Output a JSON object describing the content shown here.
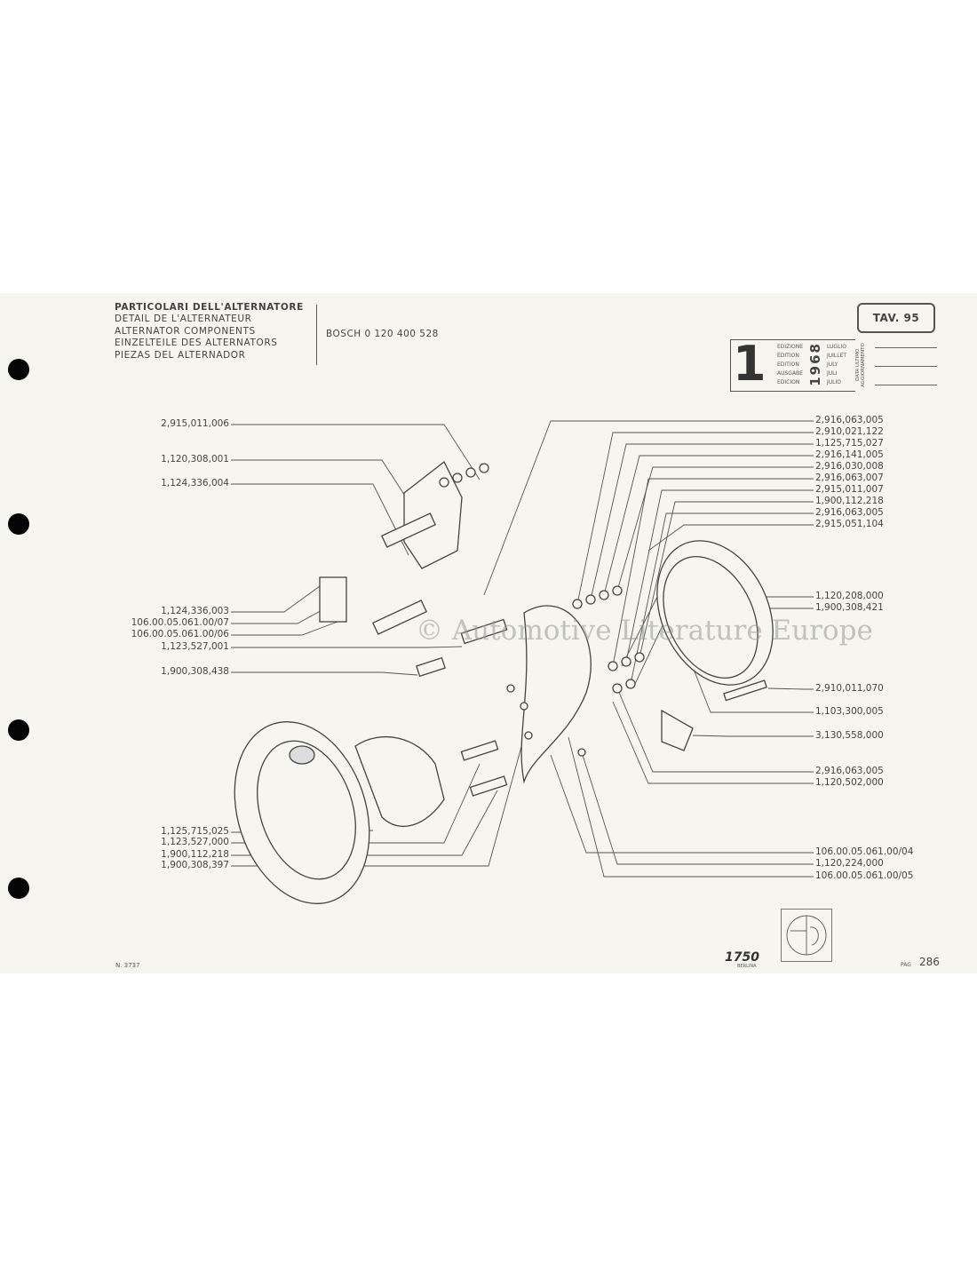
{
  "header": {
    "titles": [
      "PARTICOLARI DELL'ALTERNATORE",
      "DETAIL DE L'ALTERNATEUR",
      "ALTERNATOR COMPONENTS",
      "EINZELTEILE DES ALTERNATORS",
      "PIEZAS DEL ALTERNADOR"
    ],
    "model_ref": "BOSCH 0 120 400 528",
    "plate": "TAV. 95"
  },
  "edition": {
    "number": "1",
    "labels": [
      "EDIZIONE",
      "EDITION",
      "EDITION",
      "AUSGABE",
      "EDICION"
    ],
    "year": "1968",
    "months": [
      "LUGLIO",
      "JUILLET",
      "JULY",
      "JULI",
      "JULIO"
    ],
    "update_label": "DATA ULTIMO AGGIORNAMENTO"
  },
  "parts_left": [
    "2,915,011,006",
    "1,120,308,001",
    "1,124,336,004",
    "1,124,336,003",
    "106.00.05.061.00/07",
    "106.00.05.061.00/06",
    "1,123,527,001",
    "1,900,308,438",
    "1,125,715,025",
    "1,123,527,000",
    "1,900,112,218",
    "1,900,308,397"
  ],
  "parts_right": [
    "2,916,063,005",
    "2,910,021,122",
    "1,125,715,027",
    "2,916,141,005",
    "2,916,030,008",
    "2,916,063,007",
    "2,915,011,007",
    "1,900,112,218",
    "2,916,063,005",
    "2,915,051,104",
    "1,120,208,000",
    "1,900,308,421",
    "2,910,011,070",
    "1,103,300,005",
    "3,130,558,000",
    "2,916,063,005",
    "1,120,502,000",
    "106.00.05.061.00/04",
    "1,120,224,000",
    "106.00.05.061.00/05"
  ],
  "watermark": "© Automotive Literature Europe",
  "footer": {
    "doc_number": "N. 3737",
    "model": "1750",
    "model_sub": "BERLINA",
    "page_label": "PAG",
    "page_number": "286"
  }
}
